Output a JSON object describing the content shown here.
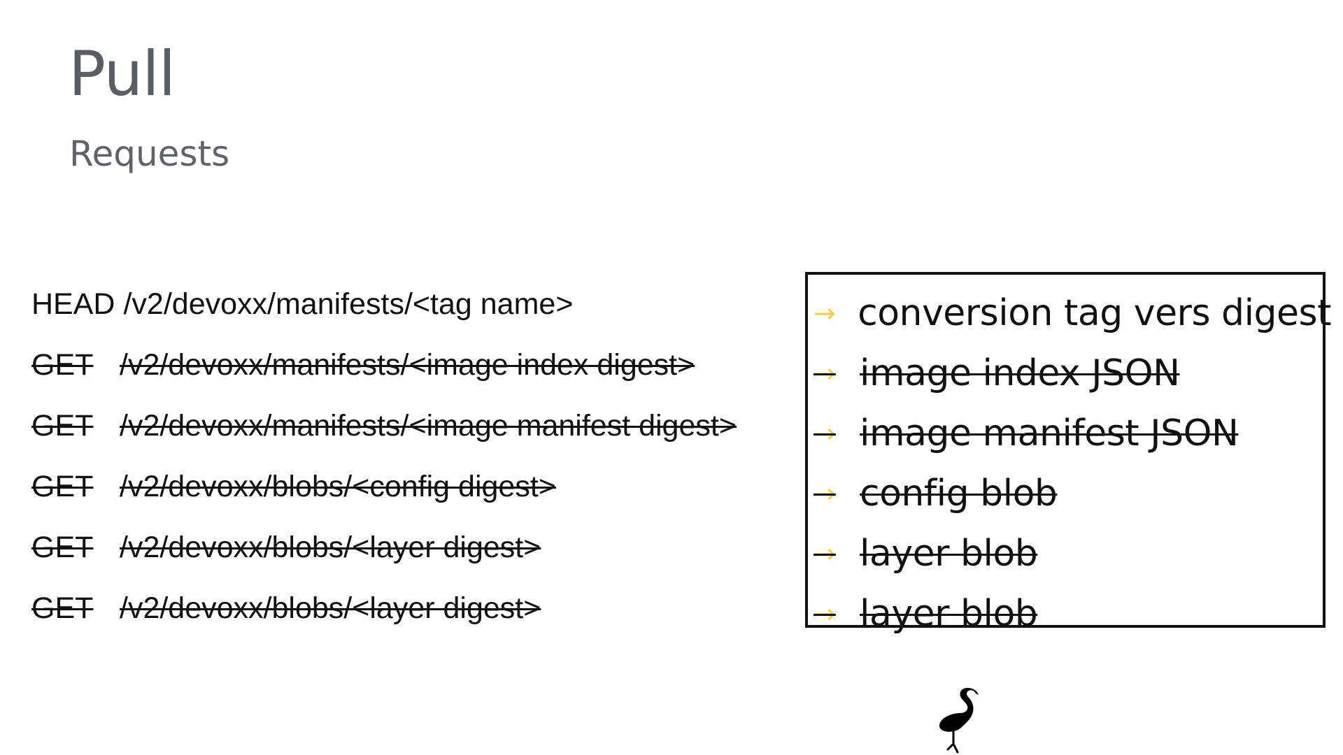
{
  "slide": {
    "title": "Pull",
    "subtitle": "Requests"
  },
  "requests": [
    {
      "method": "HEAD",
      "path": "/v2/devoxx/manifests/<tag name>",
      "struck": false
    },
    {
      "method": "GET",
      "path": "/v2/devoxx/manifests/<image index digest>",
      "struck": true
    },
    {
      "method": "GET",
      "path": "/v2/devoxx/manifests/<image manifest digest>",
      "struck": true
    },
    {
      "method": "GET",
      "path": "/v2/devoxx/blobs/<config digest>",
      "struck": true
    },
    {
      "method": "GET",
      "path": "/v2/devoxx/blobs/<layer digest>",
      "struck": true
    },
    {
      "method": "GET",
      "path": "/v2/devoxx/blobs/<layer digest>",
      "struck": true
    }
  ],
  "responses": [
    {
      "arrow": "→",
      "text": "conversion tag vers digest",
      "struck": false
    },
    {
      "arrow": "→",
      "text": "image index JSON",
      "struck": true
    },
    {
      "arrow": "→",
      "text": "image manifest JSON",
      "struck": true
    },
    {
      "arrow": "→",
      "text": "config blob",
      "struck": true
    },
    {
      "arrow": "→",
      "text": "layer blob",
      "struck": true
    },
    {
      "arrow": "→",
      "text": "layer blob",
      "struck": true
    }
  ],
  "colors": {
    "title": "#5a5d63",
    "arrow": "#f4cf4a",
    "text": "#111111"
  },
  "icons": {
    "logo": "flamingo-icon"
  }
}
